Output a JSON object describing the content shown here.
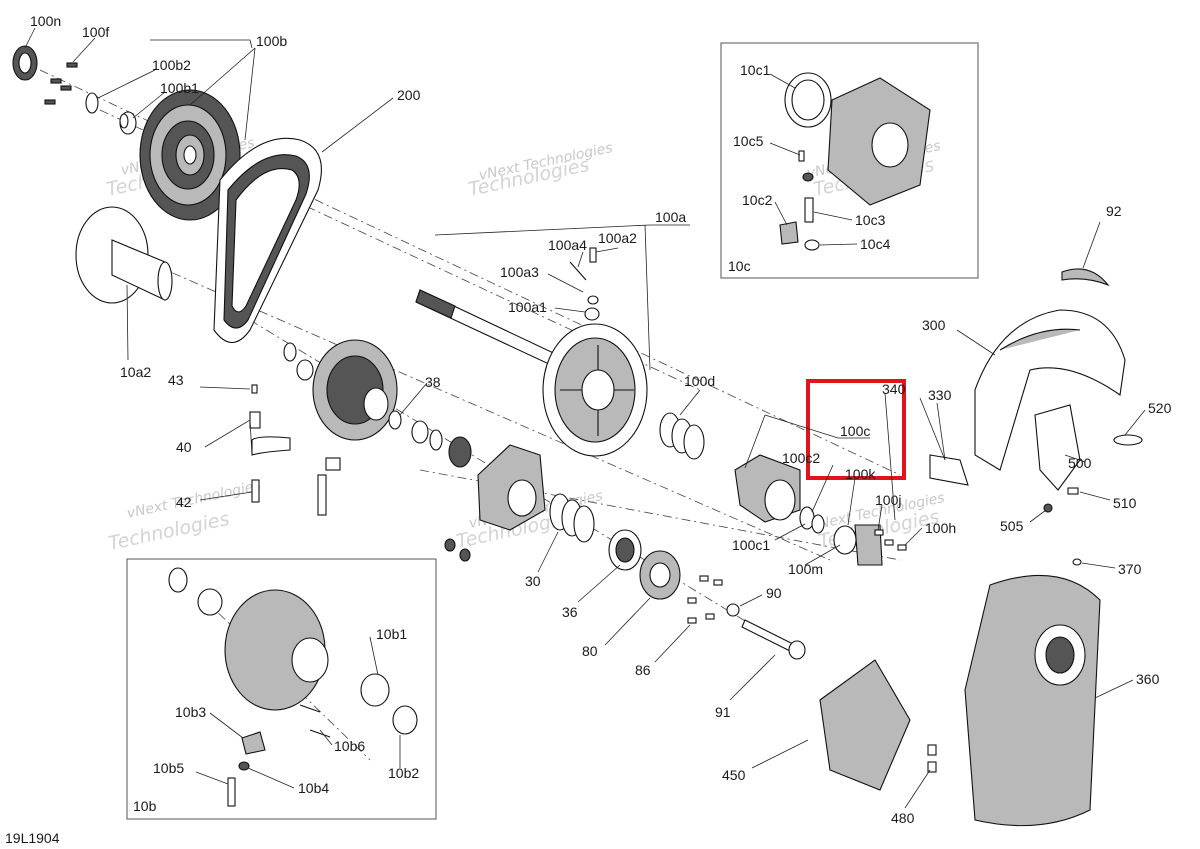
{
  "diagram_id": "19L1904",
  "watermark": {
    "line1": "vNext Technologies",
    "line2": "Technologies"
  },
  "highlight_color": "#e0141b",
  "inset_titles": {
    "c": "10c",
    "b": "10b"
  },
  "labels": {
    "l100n": "100n",
    "l100f": "100f",
    "l100b": "100b",
    "l100b2": "100b2",
    "l100b1": "100b1",
    "l200": "200",
    "l100a": "100a",
    "l100a4": "100a4",
    "l100a2": "100a2",
    "l100a3": "100a3",
    "l100a1": "100a1",
    "l10a2": "10a2",
    "l43": "43",
    "l40": "40",
    "l42": "42",
    "l38": "38",
    "l100d": "100d",
    "l100c": "100c",
    "l100c2": "100c2",
    "l100k": "100k",
    "l100j": "100j",
    "l100h": "100h",
    "l100c1": "100c1",
    "l100m": "100m",
    "l30": "30",
    "l36": "36",
    "l80": "80",
    "l86": "86",
    "l90": "90",
    "l91": "91",
    "l340": "340",
    "l330": "330",
    "l300": "300",
    "l92": "92",
    "l520": "520",
    "l500": "500",
    "l510": "510",
    "l505": "505",
    "l370": "370",
    "l360": "360",
    "l450": "450",
    "l480": "480",
    "l10c1": "10c1",
    "l10c5": "10c5",
    "l10c2": "10c2",
    "l10c3": "10c3",
    "l10c4": "10c4",
    "l10b1": "10b1",
    "l10b3": "10b3",
    "l10b6": "10b6",
    "l10b5": "10b5",
    "l10b4": "10b4",
    "l10b2": "10b2"
  }
}
